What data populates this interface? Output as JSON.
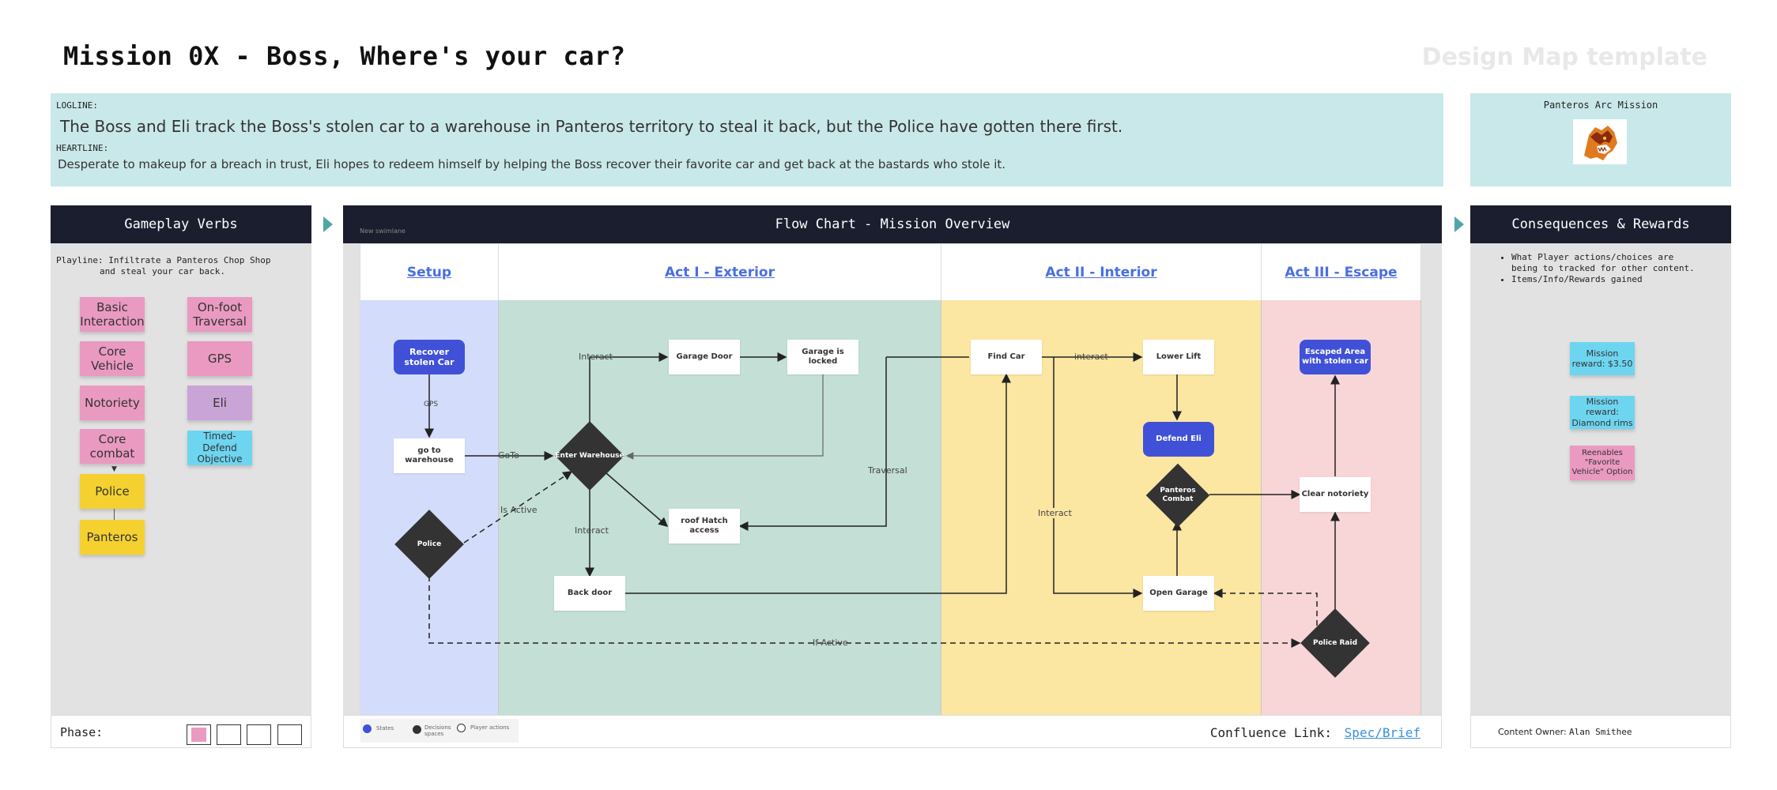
{
  "header": {
    "title": "Mission 0X - Boss, Where's your car?",
    "template_label": "Design Map template"
  },
  "logline": {
    "label": "LOGLINE:",
    "text": "The Boss and Eli track the Boss's stolen car to a warehouse in Panteros territory to steal it back, but the Police have gotten there first.",
    "heartline_label": "HEARTLINE:",
    "heartline_text": "Desperate to makeup for a breach in trust, Eli hopes to redeem himself by helping the Boss recover their favorite car and get back at the bastards who stole it."
  },
  "arc": {
    "title": "Panteros Arc Mission",
    "logo_icon": "panther-head-icon"
  },
  "gameplay": {
    "title": "Gameplay Verbs",
    "playline_1": "Playline: Infiltrate a Panteros Chop Shop",
    "playline_2": "and steal your car back.",
    "verbs": [
      {
        "label": "Basic Interaction",
        "color": "#ea9ac1"
      },
      {
        "label": "Core Vehicle",
        "color": "#ea9ac1"
      },
      {
        "label": "Notoriety",
        "color": "#ea9ac1"
      },
      {
        "label": "Core combat",
        "color": "#ea9ac1"
      },
      {
        "label": "Police",
        "color": "#f5d130"
      },
      {
        "label": "Panteros",
        "color": "#f5d130"
      },
      {
        "label": "On-foot Traversal",
        "color": "#ea9ac1"
      },
      {
        "label": "GPS",
        "color": "#ea9ac1"
      },
      {
        "label": "Eli",
        "color": "#c9a4d6"
      },
      {
        "label": "Timed-Defend Objective",
        "color": "#6dd5f0"
      }
    ],
    "phase_label": "Phase:"
  },
  "flow": {
    "title": "Flow Chart - Mission Overview",
    "new_swimlane": "New swimlane",
    "lanes": {
      "setup": "Setup",
      "act1": "Act I - Exterior",
      "act2": "Act II - Interior",
      "act3": "Act III - Escape"
    },
    "nodes": {
      "recover": "Recover stolen Car",
      "go_warehouse": "go to warehouse",
      "police": "Police",
      "enter_warehouse": "Enter Warehouse",
      "garage_door": "Garage Door",
      "garage_locked": "Garage is locked",
      "roof_hatch": "roof Hatch access",
      "back_door": "Back door",
      "find_car": "Find Car",
      "lower_lift": "Lower Lift",
      "defend_eli": "Defend Eli",
      "panteros_combat": "Panteros Combat",
      "open_garage": "Open Garage",
      "escaped": "Escaped Area with stolen car",
      "clear_notoriety": "Clear notoriety",
      "police_raid": "Police Raid"
    },
    "edges": {
      "gps": "GPS",
      "goto": "GoTo",
      "is_active": "Is Active",
      "interact_1": "Interact",
      "interact_2": "Interact",
      "interact_3": "interact",
      "interact_4": "Interact",
      "traversal": "Traversal",
      "if_active": "If Active"
    },
    "legend": {
      "states": "States",
      "decisions": "Decisions spaces",
      "player_actions": "Player actions"
    },
    "confluence_label": "Confluence Link:",
    "confluence_link": "Spec/Brief"
  },
  "consequences": {
    "title": "Consequences & Rewards",
    "bullets": [
      "What Player actions/choices are being to tracked for other content.",
      "Items/Info/Rewards gained"
    ],
    "rewards": [
      {
        "label": "Mission reward: $3.50",
        "color": "#6dd5f0"
      },
      {
        "label": "Mission reward: Diamond rims",
        "color": "#6dd5f0"
      },
      {
        "label": "Reenables \"Favorite Vehicle\" Option",
        "color": "#ea9ac1"
      }
    ],
    "owner_label": "Content Owner:",
    "owner_name": "Alan Smithee"
  }
}
